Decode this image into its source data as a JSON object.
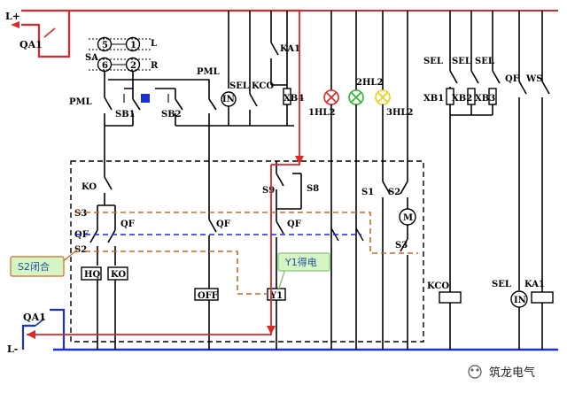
{
  "rails": {
    "positive": "L+",
    "negative": "L-"
  },
  "breakers": {
    "top": "QA1",
    "bottom": "QA1"
  },
  "selector": {
    "name": "SA",
    "positions": [
      "5",
      "1",
      "6",
      "2"
    ],
    "left": "L",
    "right": "R"
  },
  "labels": {
    "pml_left": "PML",
    "pml_right": "PML",
    "sb1": "SB1",
    "sb2": "SB2",
    "sel": "SEL",
    "kco": "KCO",
    "ka1": "KA1",
    "xb4": "XB4",
    "in": "IN",
    "hl1": "1HL2",
    "hl2": "2HL2",
    "hl3": "3HL2",
    "ko": "KO",
    "s3_left": "S3",
    "qf_left": "QF",
    "s2_left": "S2",
    "qf_mid": "QF",
    "s9": "S9",
    "s8": "S8",
    "qf_right": "QF",
    "s1": "S1",
    "s2_right": "S2",
    "s3_right": "S3",
    "m": "M",
    "hq": "HQ",
    "ko_coil": "KO",
    "off": "OFF",
    "y1": "Y1",
    "kco_coil": "KCO",
    "sel_right": "SEL",
    "xb1": "XB1",
    "xb2": "XB2",
    "xb3": "XB3",
    "qf_far": "QF",
    "ws": "WS",
    "sel_coil": "SEL",
    "in_coil": "IN",
    "ka1_coil": "KA1"
  },
  "callouts": {
    "s2_closed": "S2闭合",
    "y1_energized": "Y1得电"
  },
  "watermark": "筑龙电气",
  "colors": {
    "red": "#e0262a",
    "blue": "#1a2fd6",
    "orange": "#d2691e",
    "callout_bg": "#d6f5c4"
  }
}
